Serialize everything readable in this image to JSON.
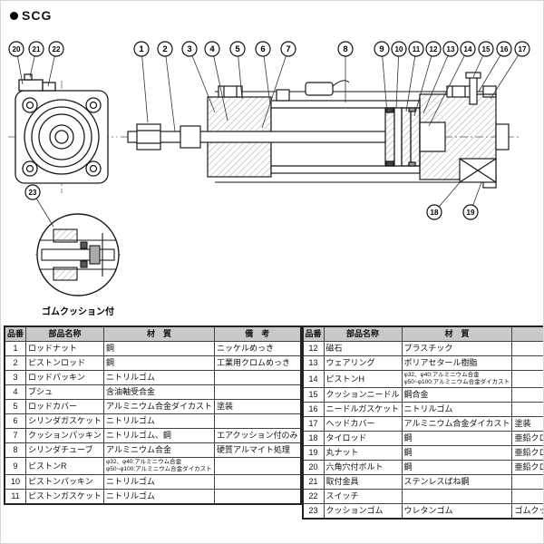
{
  "header": {
    "series": "SCG"
  },
  "diagram": {
    "detail_label": "ゴムクッション付",
    "callouts": {
      "top_left": [
        "20",
        "21",
        "22"
      ],
      "top": [
        "1",
        "2",
        "3",
        "4",
        "5",
        "6",
        "7",
        "8",
        "9",
        "10",
        "11",
        "12",
        "13",
        "14",
        "15",
        "16",
        "17"
      ],
      "bottom_right": [
        "18",
        "19"
      ],
      "detail": [
        "23"
      ]
    }
  },
  "parts_table": {
    "headers": {
      "no": "品番",
      "name": "部品名称",
      "material": "材　質",
      "remark": "備　考"
    },
    "left_rows": [
      {
        "no": "1",
        "name": "ロッドナット",
        "material": "鋼",
        "remark": "ニッケルめっき"
      },
      {
        "no": "2",
        "name": "ピストンロッド",
        "material": "鋼",
        "remark": "工業用クロムめっき"
      },
      {
        "no": "3",
        "name": "ロッドパッキン",
        "material": "ニトリルゴム",
        "remark": ""
      },
      {
        "no": "4",
        "name": "ブシュ",
        "material": "含油軸受合金",
        "remark": ""
      },
      {
        "no": "5",
        "name": "ロッドカバー",
        "material": "アルミニウム合金ダイカスト",
        "remark": "塗装"
      },
      {
        "no": "6",
        "name": "シリンダガスケット",
        "material": "ニトリルゴム",
        "remark": ""
      },
      {
        "no": "7",
        "name": "クッションパッキン",
        "material": "ニトリルゴム、鋼",
        "remark": "エアクッション付のみ"
      },
      {
        "no": "8",
        "name": "シリンダチューブ",
        "material": "アルミニウム合金",
        "remark": "硬質アルマイト処理"
      },
      {
        "no": "9",
        "name": "ピストンR",
        "material": "φ32、φ40:アルミニウム合金\nφ50~φ100:アルミニウム合金ダイカスト",
        "small": true,
        "remark": ""
      },
      {
        "no": "10",
        "name": "ピストンパッキン",
        "material": "ニトリルゴム",
        "remark": ""
      },
      {
        "no": "11",
        "name": "ピストンガスケット",
        "material": "ニトリルゴム",
        "remark": ""
      }
    ],
    "right_rows": [
      {
        "no": "12",
        "name": "磁石",
        "material": "プラスチック",
        "remark": ""
      },
      {
        "no": "13",
        "name": "ウェアリング",
        "material": "ポリアセタール樹脂",
        "remark": ""
      },
      {
        "no": "14",
        "name": "ピストンH",
        "material": "φ32、φ40:アルミニウム合金\nφ50~φ100:アルミニウム合金ダイカスト",
        "small": true,
        "remark": ""
      },
      {
        "no": "15",
        "name": "クッションニードル",
        "material": "鋼合金",
        "remark": ""
      },
      {
        "no": "16",
        "name": "ニードルガスケット",
        "material": "ニトリルゴム",
        "remark": ""
      },
      {
        "no": "17",
        "name": "ヘッドカバー",
        "material": "アルミニウム合金ダイカスト",
        "remark": "塗装"
      },
      {
        "no": "18",
        "name": "タイロッド",
        "material": "鋼",
        "remark": "亜鉛クロメート処理"
      },
      {
        "no": "19",
        "name": "丸ナット",
        "material": "鋼",
        "remark": "亜鉛クロメート処理"
      },
      {
        "no": "20",
        "name": "六角穴付ボルト",
        "material": "鋼",
        "remark": "亜鉛クロメート処理"
      },
      {
        "no": "21",
        "name": "取付金具",
        "material": "ステンレスばね鋼",
        "remark": ""
      },
      {
        "no": "22",
        "name": "スイッチ",
        "material": "",
        "remark": ""
      },
      {
        "no": "23",
        "name": "クッションゴム",
        "material": "ウレタンゴム",
        "remark": "ゴムクッション付のみ"
      }
    ]
  }
}
